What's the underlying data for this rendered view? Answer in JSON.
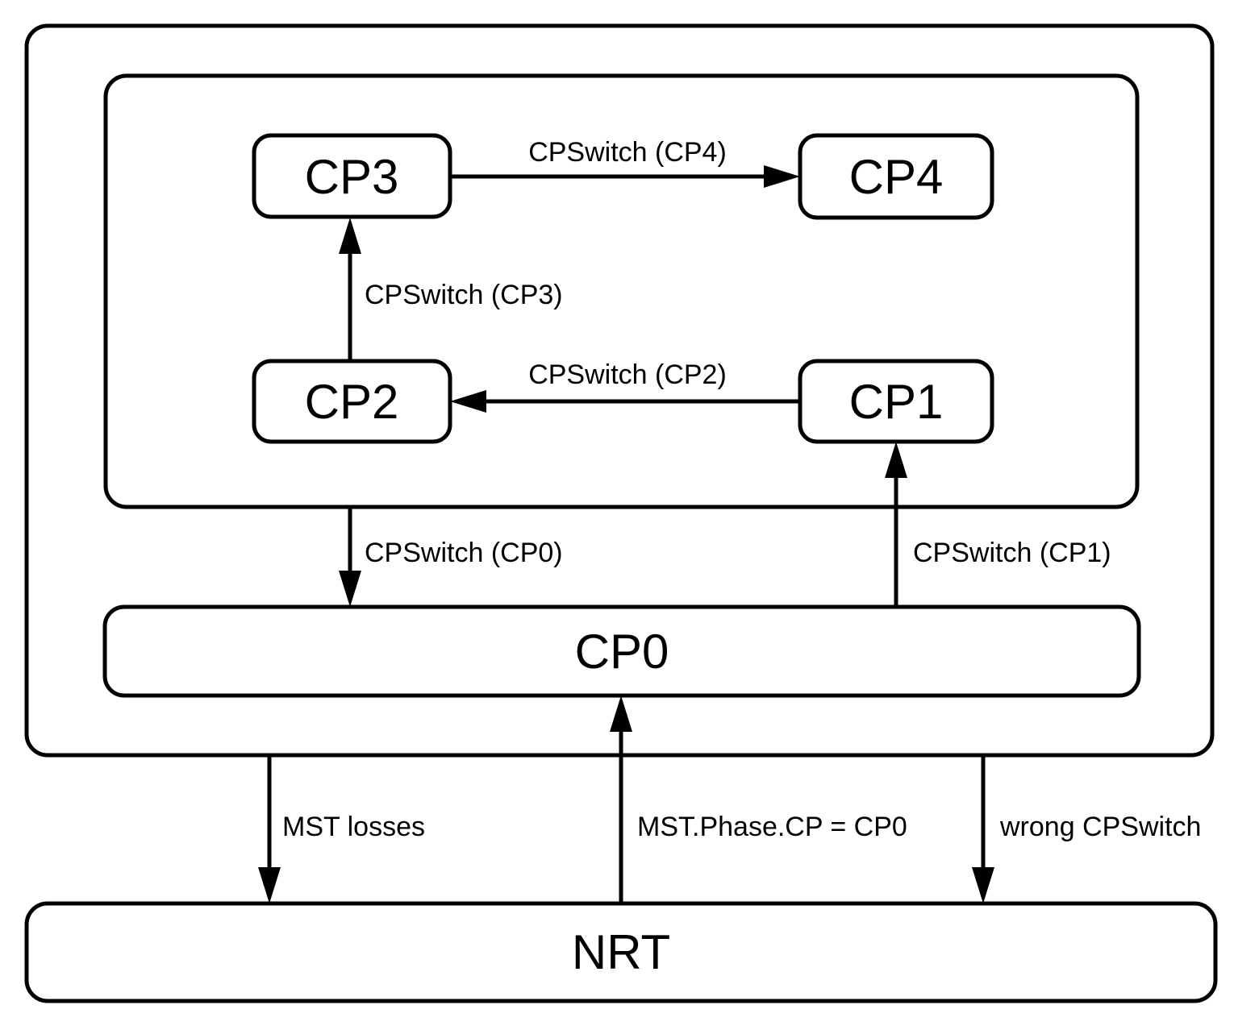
{
  "diagram": {
    "colors": {
      "stroke": "#000000",
      "background": "#ffffff"
    },
    "nodes": {
      "cp3": {
        "label": "CP3"
      },
      "cp4": {
        "label": "CP4"
      },
      "cp2": {
        "label": "CP2"
      },
      "cp1": {
        "label": "CP1"
      },
      "cp0": {
        "label": "CP0"
      },
      "nrt": {
        "label": "NRT"
      }
    },
    "edges": {
      "cp3_to_cp4": {
        "label": "CPSwitch (CP4)"
      },
      "cp2_to_cp3": {
        "label": "CPSwitch (CP3)"
      },
      "cp1_to_cp2": {
        "label": "CPSwitch (CP2)"
      },
      "inner_to_cp0": {
        "label": "CPSwitch (CP0)"
      },
      "cp0_to_cp1": {
        "label": "CPSwitch (CP1)"
      },
      "outer_to_nrt_left": {
        "label": "MST losses"
      },
      "nrt_to_cp0": {
        "label": "MST.Phase.CP = CP0"
      },
      "outer_to_nrt_right": {
        "label": "wrong CPSwitch"
      }
    }
  }
}
